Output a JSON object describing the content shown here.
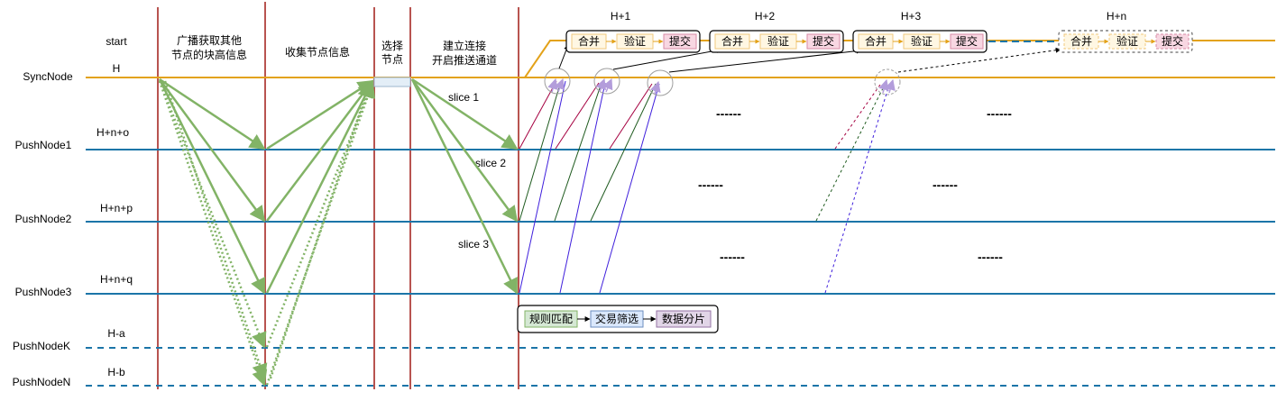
{
  "colors": {
    "sync": "#E3A21A",
    "push": "#1B75A8",
    "vline": "#B85450",
    "arrow": "#82B366",
    "darkgreen": "#1E5A1E",
    "crimson": "#A50040",
    "purple": "#3F1FDC",
    "merge_fill": "#FFF7E3",
    "verify_fill": "#FFF7E3",
    "submit_fill": "#F8D7E2",
    "rule_fill": "#D5E8D4",
    "filter_fill": "#DAE8FC",
    "shard_fill": "#E1D5E7",
    "select_fill": "#E3EEF7"
  },
  "nodes": {
    "sync": "SyncNode",
    "push1": "PushNode1",
    "push2": "PushNode2",
    "push3": "PushNode3",
    "pushk": "PushNodeK",
    "pushn": "PushNodeN"
  },
  "heights": {
    "start": "start",
    "h": "H",
    "p1": "H+n+o",
    "p2": "H+n+p",
    "p3": "H+n+q",
    "pk": "H-a",
    "pn": "H-b"
  },
  "phases": {
    "broadcast_1": "广播获取其他",
    "broadcast_2": "节点的块高信息",
    "collect": "收集节点信息",
    "select_1": "选择",
    "select_2": "节点",
    "connect_1": "建立连接",
    "connect_2": "开启推送通道"
  },
  "slices": [
    "slice 1",
    "slice 2",
    "slice 3"
  ],
  "blocks": [
    {
      "label": "H+1",
      "merge": "合并",
      "verify": "验证",
      "submit": "提交"
    },
    {
      "label": "H+2",
      "merge": "合并",
      "verify": "验证",
      "submit": "提交"
    },
    {
      "label": "H+3",
      "merge": "合并",
      "verify": "验证",
      "submit": "提交"
    },
    {
      "label": "H+n",
      "merge": "合并",
      "verify": "验证",
      "submit": "提交"
    }
  ],
  "pipeline": {
    "rule": "规则匹配",
    "filter": "交易筛选",
    "shard": "数据分片"
  },
  "ellipsis": "------"
}
